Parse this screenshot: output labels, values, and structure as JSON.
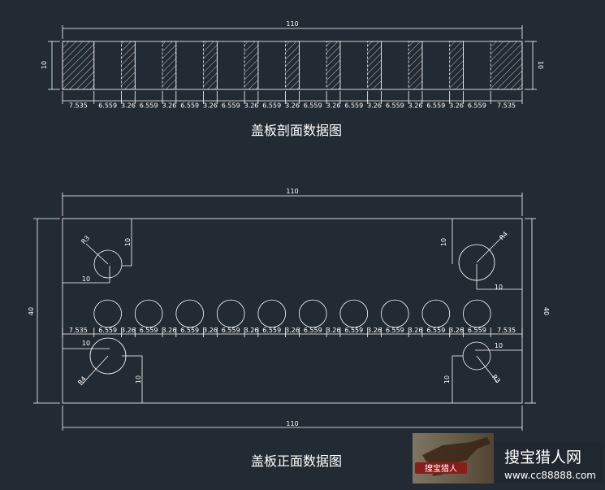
{
  "section": {
    "title": "盖板剖面数据图",
    "overall_width_label": "110",
    "height_label_left": "10",
    "height_label_right": "10",
    "bottom_dims": [
      "7.535",
      "6.559",
      "3.26",
      "6.559",
      "3.26",
      "6.559",
      "3.26",
      "6.559",
      "3.26",
      "6.559",
      "3.26",
      "6.559",
      "3.26",
      "6.559",
      "3.26",
      "6.559",
      "3.26",
      "6.559",
      "3.26",
      "6.559",
      "7.535"
    ]
  },
  "front": {
    "title": "盖板正面数据图",
    "top_width_label": "110",
    "bottom_width_label": "110",
    "height_label_left": "40",
    "height_label_right": "40",
    "row_dims": [
      "7.535",
      "6.559",
      "3.26",
      "6.559",
      "3.26",
      "6.559",
      "3.26",
      "6.559",
      "3.26",
      "6.559",
      "3.26",
      "6.559",
      "3.26",
      "6.559",
      "3.26",
      "6.559",
      "3.26",
      "6.559",
      "3.26",
      "6.559",
      "7.535"
    ],
    "corner_radius_top_left": "R3",
    "corner_radius_top_right": "R4",
    "corner_radius_bottom_left": "R4",
    "corner_radius_bottom_right": "R3",
    "notch_dim": "10"
  },
  "watermark": {
    "brand_cn": "搜宝猎人网",
    "url": "www.cc88888.com",
    "logo_text": "搜宝猎人"
  },
  "colors": {
    "background": "#222a33",
    "line": "#ffffff"
  }
}
